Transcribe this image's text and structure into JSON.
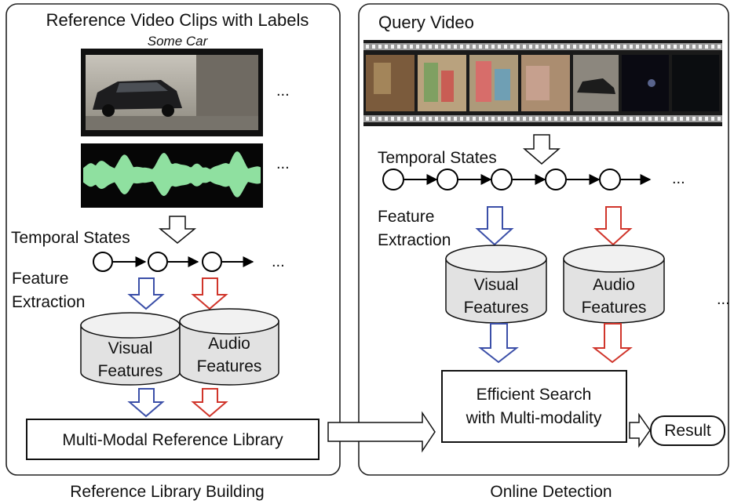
{
  "left_panel": {
    "title": "Reference Video Clips with Labels",
    "clip_label": "Some Car",
    "ellipsis_video": "...",
    "ellipsis_audio": "...",
    "temporal_states": "Temporal States",
    "states_ellipsis": "...",
    "feature_line1": "Feature",
    "feature_line2": "Extraction",
    "visual_line1": "Visual",
    "visual_line2": "Features",
    "audio_line1": "Audio",
    "audio_line2": "Features",
    "library": "Multi-Modal Reference Library",
    "caption": "Reference Library Building"
  },
  "right_panel": {
    "title": "Query Video",
    "temporal_states": "Temporal States",
    "states_ellipsis": "...",
    "feature_line1": "Feature",
    "feature_line2": "Extraction",
    "visual_line1": "Visual",
    "visual_line2": "Features",
    "audio_line1": "Audio",
    "audio_line2": "Features",
    "side_ellipsis": "...",
    "search_line1": "Efficient Search",
    "search_line2": "with Multi-modality",
    "result": "Result",
    "caption": "Online Detection"
  },
  "colors": {
    "visual_arrow": "#3b4fa8",
    "audio_arrow": "#d0352b",
    "waveform": "#8fe0a0",
    "cylinder_fill": "#e2e2e2"
  }
}
